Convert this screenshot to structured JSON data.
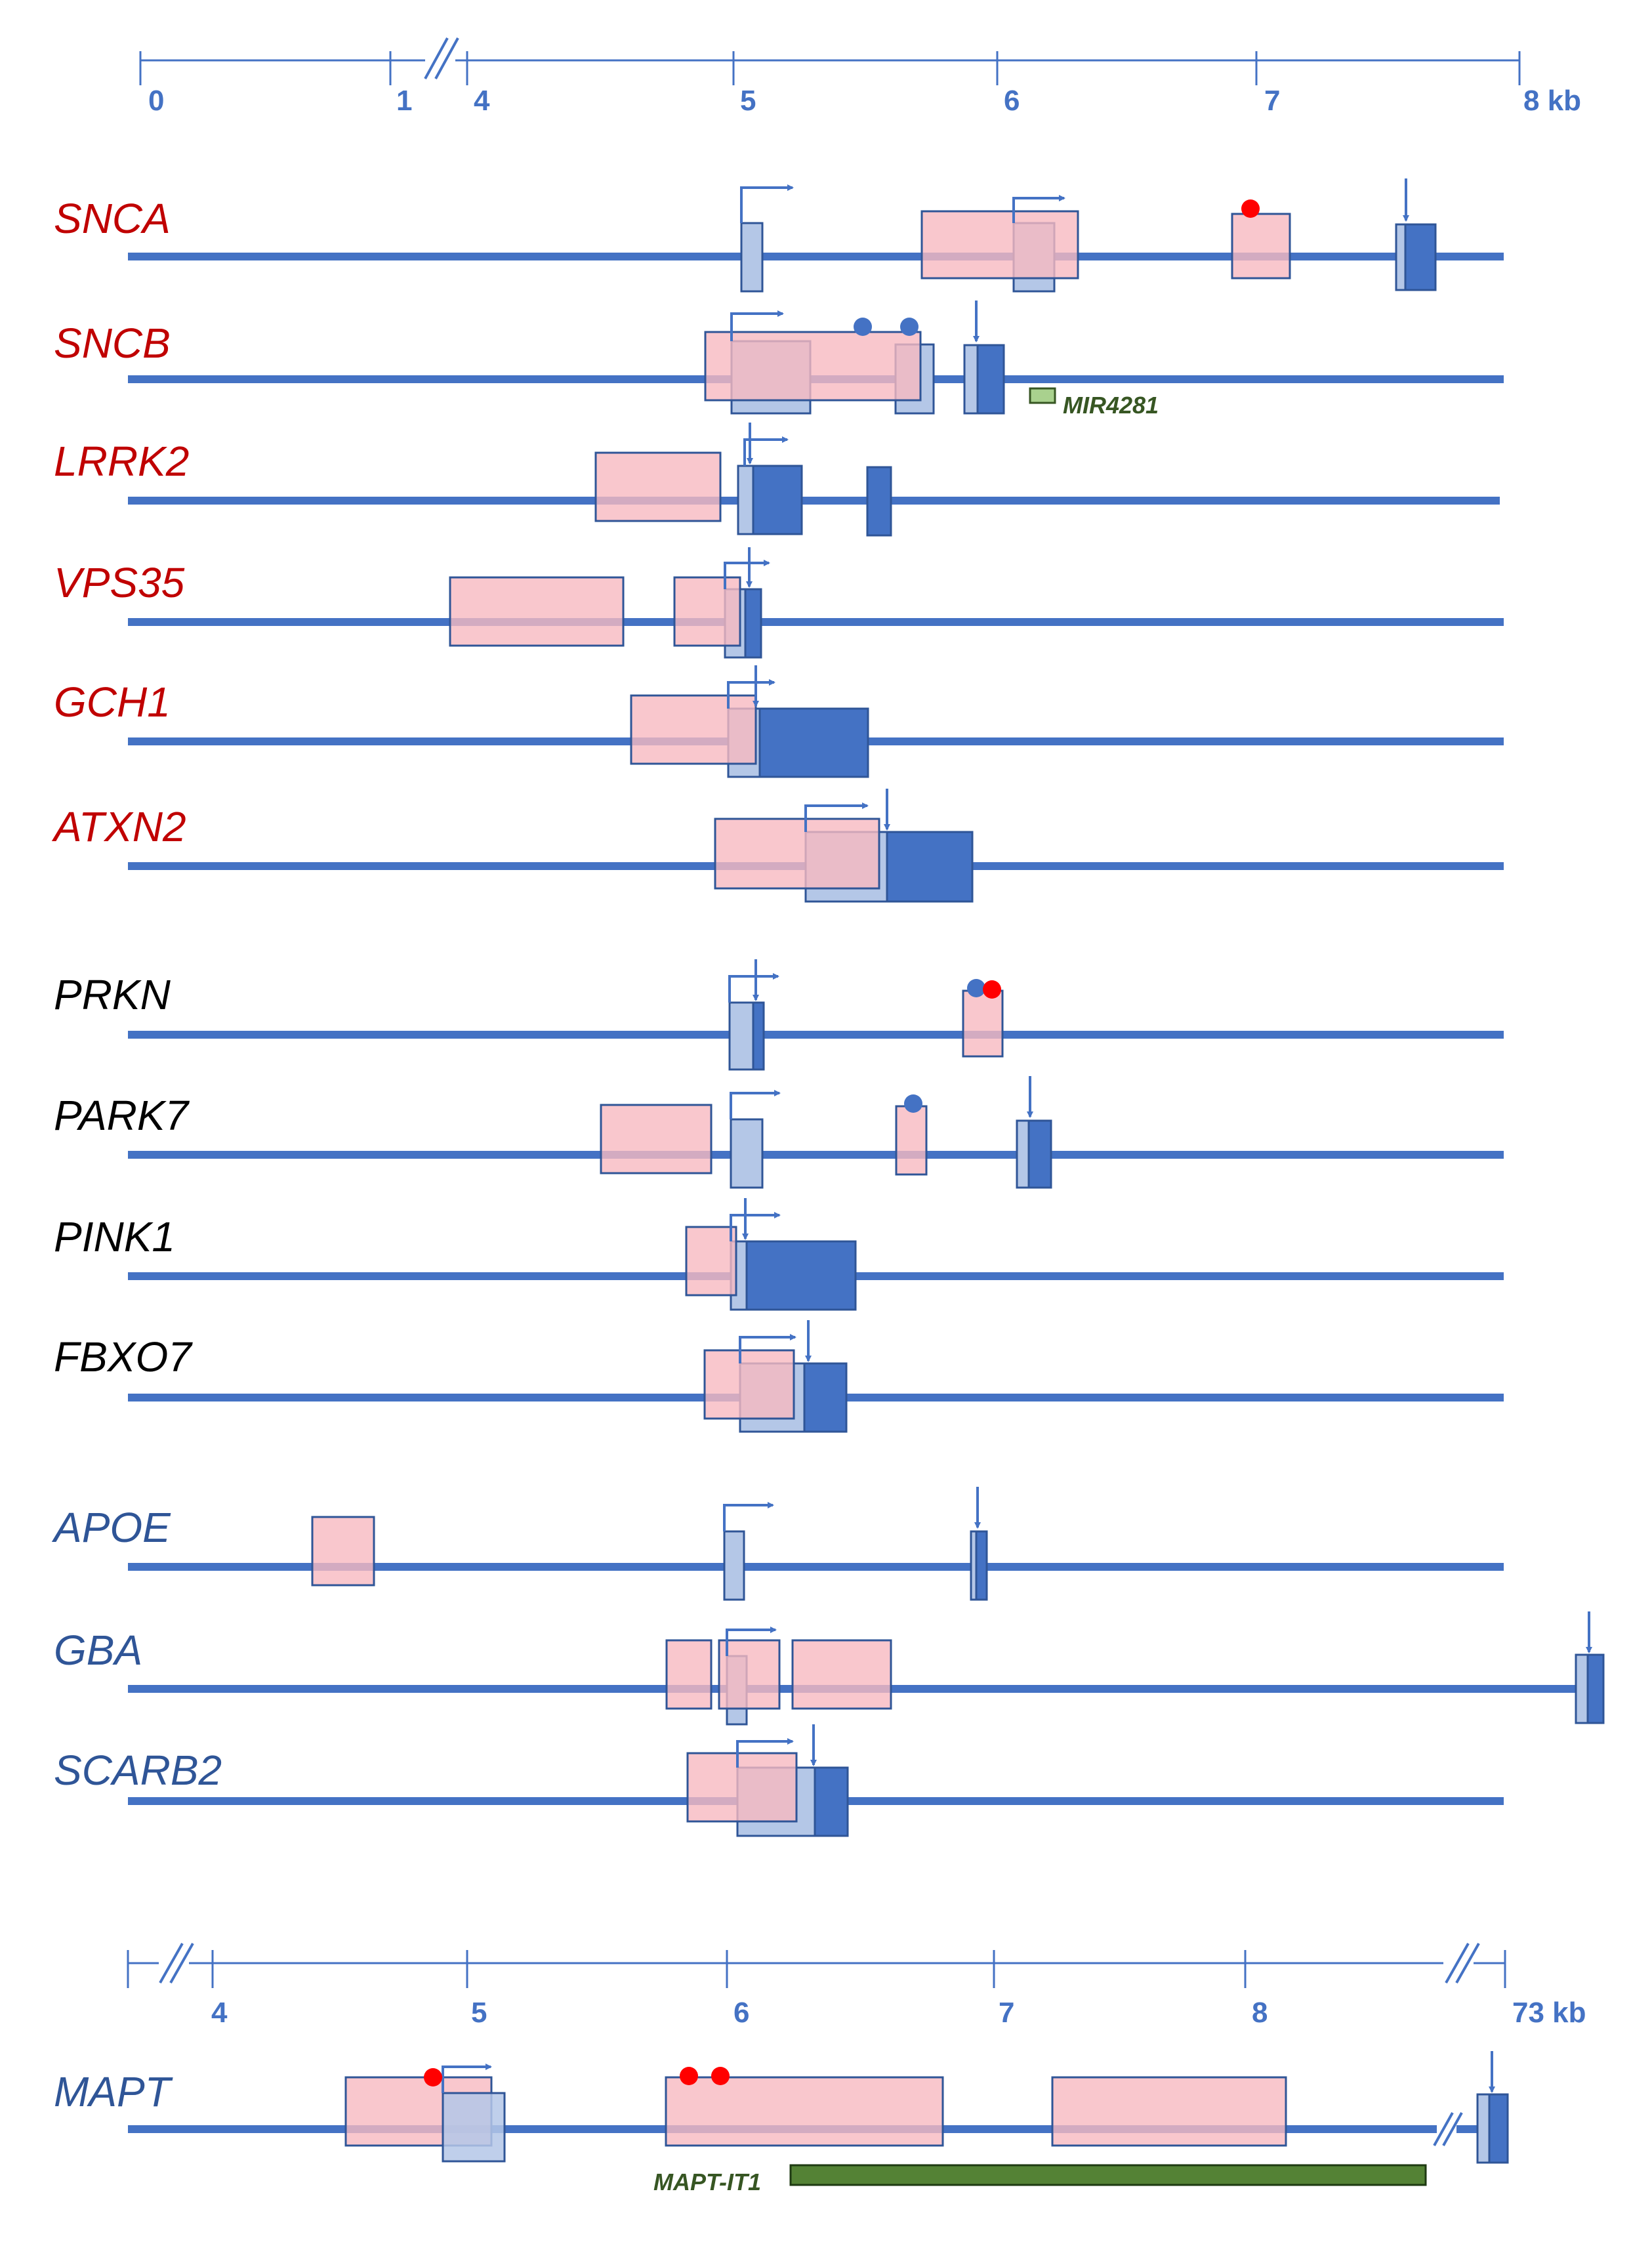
{
  "colors": {
    "line": "#4472C4",
    "tick_text": "#4472C4",
    "red_label": "#C00000",
    "black_label": "#000000",
    "blue_label": "#2F5597",
    "promoter_fill": "#F8B9C0",
    "promoter_stroke": "#2F5597",
    "utr_fill": "#B4C7E7",
    "cds_fill": "#4472C4",
    "mir_fill": "#A9D18E",
    "mir_text": "#375623",
    "it1_fill": "#548235",
    "dot_red": "#FF0000",
    "dot_blue": "#4472C4"
  },
  "top_axis": {
    "tick_labels": [
      "0",
      "1",
      "4",
      "5",
      "6",
      "7",
      "8 kb"
    ]
  },
  "bottom_axis": {
    "tick_labels": [
      "4",
      "5",
      "6",
      "7",
      "8",
      "73 kb"
    ]
  },
  "genes": [
    {
      "label": "SNCA",
      "group": "red"
    },
    {
      "label": "SNCB",
      "group": "red"
    },
    {
      "label": "LRRK2",
      "group": "red"
    },
    {
      "label": "VPS35",
      "group": "red"
    },
    {
      "label": "GCH1",
      "group": "red"
    },
    {
      "label": "ATXN2",
      "group": "red"
    },
    {
      "label": "PRKN",
      "group": "black"
    },
    {
      "label": "PARK7",
      "group": "black"
    },
    {
      "label": "PINK1",
      "group": "black"
    },
    {
      "label": "FBXO7",
      "group": "black"
    },
    {
      "label": "APOE",
      "group": "blue"
    },
    {
      "label": "GBA",
      "group": "blue"
    },
    {
      "label": "SCARB2",
      "group": "blue"
    },
    {
      "label": "MAPT",
      "group": "blue"
    }
  ],
  "annotations": {
    "mir4281": "MIR4281",
    "mapt_it1": "MAPT-IT1"
  }
}
